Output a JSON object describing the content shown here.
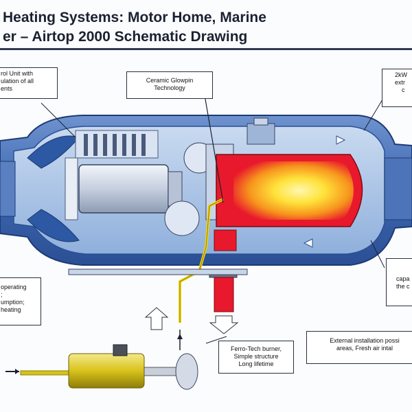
{
  "title": {
    "line1": "Heating Systems: Motor Home, Marine",
    "line2": "er – Airtop 2000 Schematic Drawing"
  },
  "callouts": {
    "control_unit": [
      "rol Unit with",
      "ulation of all",
      "ents"
    ],
    "glowpin": [
      "Ceramic Glowpin",
      "Technology"
    ],
    "output": [
      "2kW",
      "extr",
      "c"
    ],
    "operating": [
      "operating",
      ";",
      "umption;",
      " heating"
    ],
    "capacity": [
      "capa",
      "the c"
    ],
    "burner": [
      "Ferro-Tech burner,",
      "Simple structure",
      "Long lifetime"
    ],
    "installation": [
      "External installation possi",
      "areas,  Fresh air intal"
    ]
  },
  "colors": {
    "housing": "#3d67b0",
    "housing_light": "#8fb0dc",
    "flame_red": "#e8192c",
    "flame_orange": "#f7941d",
    "flame_yellow": "#ffe23a",
    "fuel_pump": "#d8c21a",
    "title": "#1b2130"
  }
}
